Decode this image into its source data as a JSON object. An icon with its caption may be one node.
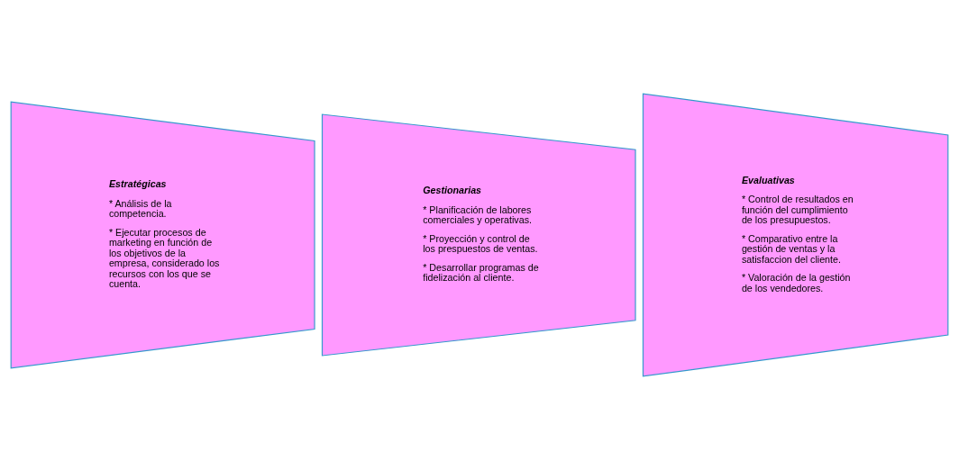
{
  "diagram": {
    "nodes": [
      {
        "text": [
          "Estratégicas",
          "* Análisis de la competencia.",
          "* Ejecutar procesos de marketing en función de los objetivos de la empresa, considerado los recursos con los que se cuenta."
        ]
      },
      {
        "text": [
          "Gestionarias",
          "* Planificación de labores comerciales y operativas.",
          "* Proyección y control de los prespuestos de ventas.",
          "* Desarrollar programas de fidelización al cliente."
        ]
      },
      {
        "text": [
          "Evaluativas",
          "* Control de resultados en función del cumplimiento de los presupuestos.",
          "* Comparativo entre la gestión de ventas y la satisfaccion del cliente.",
          "* Valoración de la gestión de los vendedores."
        ]
      }
    ],
    "edges": []
  }
}
